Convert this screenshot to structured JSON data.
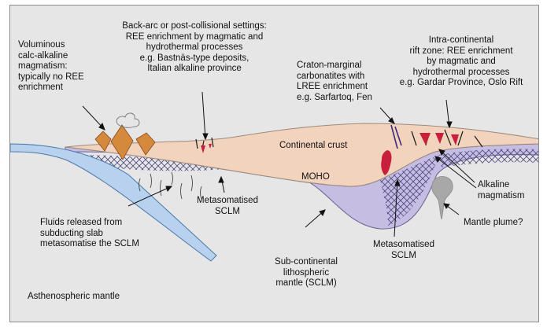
{
  "labels": {
    "calc_alkaline": "Voluminous\ncalc-alkaline\nmagmatism:\ntypically no REE\nenrichment",
    "back_arc": "Back-arc or post-collisional settings:\nREE enrichment by magmatic and\nhydrothermal processes\ne.g. Bastnäs-type deposits,\nItalian alkaline province",
    "carbonatites": "Craton-marginal\ncarbonatites with\nLREE enrichment\ne.g. Sarfartoq, Fen",
    "rift": "Intra-continental\nrift zone: REE enrichment\nby magmatic and\nhydrothermal processes\ne.g. Gardar Province, Oslo Rift",
    "continental_crust": "Continental crust",
    "moho": "MOHO",
    "metasomatised_sclm_left": "Metasomatised\nSCLM",
    "metasomatised_sclm_right": "Metasomatised\nSCLM",
    "alkaline_magmatism": "Alkaline\nmagmatism",
    "mantle_plume": "Mantle plume?",
    "fluids": "Fluids released from\nsubducting slab\nmetasomatise the SCLM",
    "sclm": "Sub-continental\nlithospheric\nmantle (SCLM)",
    "asthenosphere": "Asthenospheric mantle"
  },
  "colors": {
    "background": "#e6e6e6",
    "crust": "#f2d3bd",
    "sclm": "#c5bde2",
    "slab": "#b8d1ee",
    "volcano": "#d5893d",
    "magma": "#c81f3c",
    "plume": "#a8a8a8",
    "carbonatite": "#3d2a7a"
  }
}
